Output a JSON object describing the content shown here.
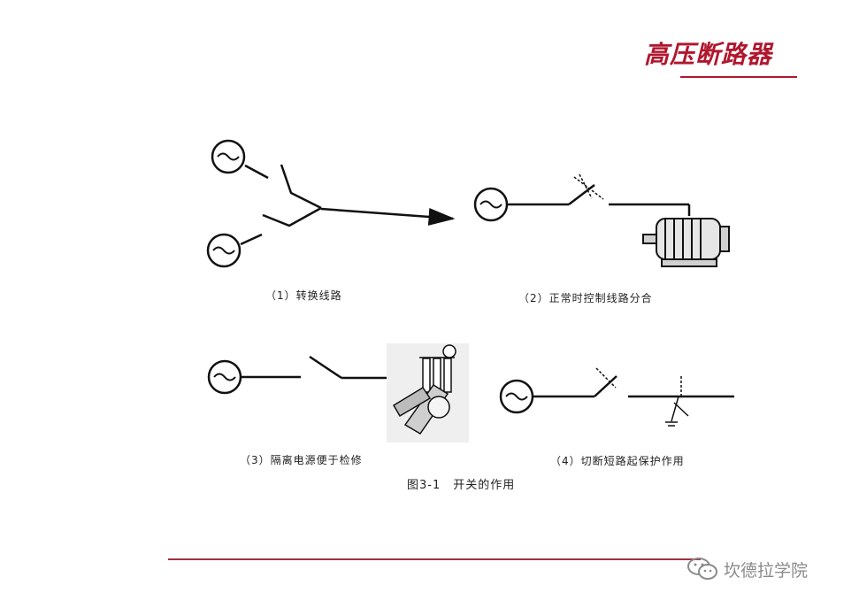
{
  "header": {
    "title": "高压断路器",
    "accent_color": "#b0172e"
  },
  "diagrams": [
    {
      "caption": "（1）转换线路"
    },
    {
      "caption": "（2）正常时控制线路分合"
    },
    {
      "caption": "（3）隔离电源便于检修"
    },
    {
      "caption": "（4）切断短路起保护作用"
    }
  ],
  "figure": {
    "caption": "图3-1　开关的作用"
  },
  "footer": {
    "watermark_text": "坎德拉学院",
    "watermark_icon": "wechat-icon",
    "rule_color": "#a23040"
  }
}
